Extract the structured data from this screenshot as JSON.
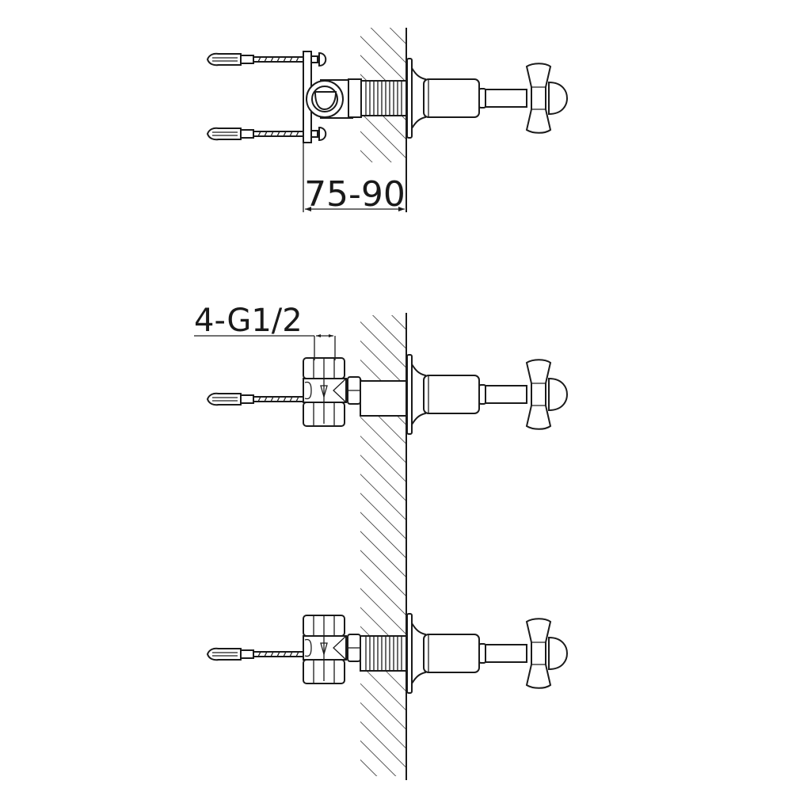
{
  "drawing": {
    "views": [
      {
        "name": "top-view-with-bracket",
        "dimension_label": "75-90"
      },
      {
        "name": "middle-view-with-tee-fitting",
        "dimension_label": "4-G1/2"
      },
      {
        "name": "bottom-view-with-tee-fitting"
      }
    ],
    "line_color": "#1a1a1a",
    "background_color": "#ffffff"
  }
}
